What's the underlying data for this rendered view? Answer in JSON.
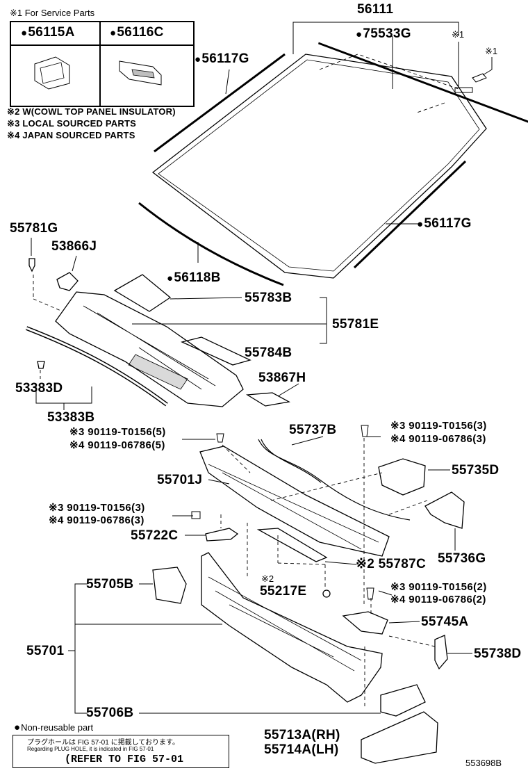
{
  "service_note": {
    "title": "※1 For Service Parts",
    "left_part": "56115A",
    "right_part": "56116C"
  },
  "notes": [
    "※2 W(COWL TOP PANEL INSULATOR)",
    "※3 LOCAL SOURCED PARTS",
    "※4 JAPAN SOURCED PARTS"
  ],
  "parts": {
    "p56111": "56111",
    "p75533G": "75533G",
    "mark1a": "※1",
    "mark1b": "※1",
    "p56117G_left": "56117G",
    "p56117G_right": "56117G",
    "p56118B": "56118B",
    "p55781G": "55781G",
    "p53866J": "53866J",
    "p55783B": "55783B",
    "p55781E": "55781E",
    "p55784B": "55784B",
    "p53383D": "53383D",
    "p53383B": "53383B",
    "p53867H": "53867H",
    "bolt_a1": "※3 90119-T0156(5)",
    "bolt_a2": "※4 90119-06786(5)",
    "p55737B": "55737B",
    "bolt_b1": "※3 90119-T0156(3)",
    "bolt_b2": "※4 90119-06786(3)",
    "p55735D": "55735D",
    "p55701J": "55701J",
    "bolt_c1": "※3 90119-T0156(3)",
    "bolt_c2": "※4 90119-06786(3)",
    "p55722C": "55722C",
    "p55736G": "55736G",
    "p55787C": "※2 55787C",
    "p55217E_mark": "※2",
    "p55217E": "55217E",
    "p55705B": "55705B",
    "bolt_d1": "※3 90119-T0156(2)",
    "bolt_d2": "※4 90119-06786(2)",
    "p55745A": "55745A",
    "p55701": "55701",
    "p55738D": "55738D",
    "p55706B": "55706B",
    "p55713A": "55713A(RH)",
    "p55714A": "55714A(LH)"
  },
  "legend": {
    "non_reusable": "Non-reusable part"
  },
  "reference": {
    "line1": "プラグホールは FIG 57-01 に掲載しております。",
    "line2": "Regarding PLUG HOLE, it is indicated in FIG 57-01",
    "line3": "(REFER TO FIG 57-01"
  },
  "figure_id": "553698B"
}
